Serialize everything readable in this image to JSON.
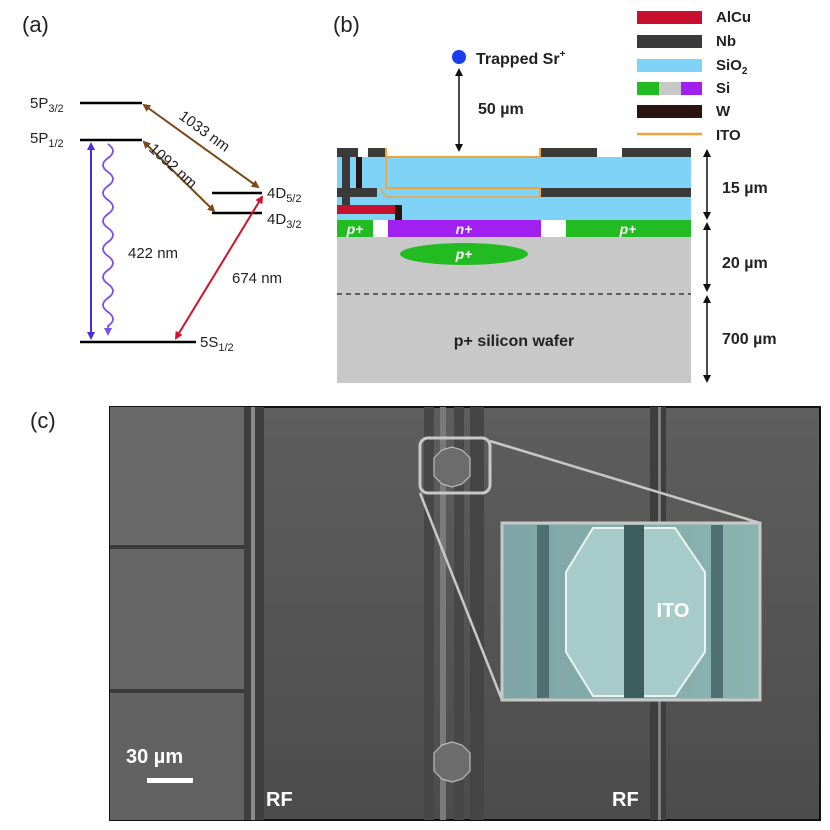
{
  "panels": {
    "a": {
      "label": "(a)",
      "levels": {
        "p32": {
          "main": "5P",
          "sub": "3/2"
        },
        "p12": {
          "main": "5P",
          "sub": "1/2"
        },
        "d52": {
          "main": "4D",
          "sub": "5/2"
        },
        "d32": {
          "main": "4D",
          "sub": "3/2"
        },
        "s12": {
          "main": "5S",
          "sub": "1/2"
        }
      },
      "transitions": {
        "t1033": "1033 nm",
        "t1092": "1092 nm",
        "t422": "422 nm",
        "t674": "674 nm"
      },
      "colors": {
        "brown": "#7a4a1a",
        "blue": "#4b2be0",
        "violet": "#7b4ff0",
        "red": "#d4102a"
      }
    },
    "b": {
      "label": "(b)",
      "ion": {
        "text": "Trapped Sr",
        "sup": "+"
      },
      "height": "50 µm",
      "dims": {
        "d15": "15 µm",
        "d20": "20 µm",
        "d700": "700 µm"
      },
      "regions": {
        "pplus_left": "p+",
        "nplus": "n+",
        "pplus_right": "p+",
        "pplus_well": "p+"
      },
      "wafer": "p+ silicon wafer",
      "legend": [
        {
          "name": "AlCu",
          "color": "#c8102e"
        },
        {
          "name": "Nb",
          "color": "#3a3a3a"
        },
        {
          "main": "SiO",
          "sub": "2",
          "color": "#7fd3f7"
        },
        {
          "name": "Si",
          "colors": [
            "#22bb22",
            "#c8c8c8",
            "#a020f0"
          ]
        },
        {
          "name": "W",
          "color": "#2a1410"
        },
        {
          "name": "ITO",
          "color": "#f2a33a"
        }
      ],
      "colors": {
        "sio2": "#7fd3f7",
        "nb": "#3a3a3a",
        "alcu": "#c8102e",
        "w": "#2a1410",
        "ito": "#f2a33a",
        "si": "#c8c8c8",
        "green": "#22bb22",
        "purple": "#a020f0"
      }
    },
    "c": {
      "label": "(c)",
      "scalebar": "30 µm",
      "rf_left": "RF",
      "rf_right": "RF",
      "inset_label": "ITO"
    }
  }
}
